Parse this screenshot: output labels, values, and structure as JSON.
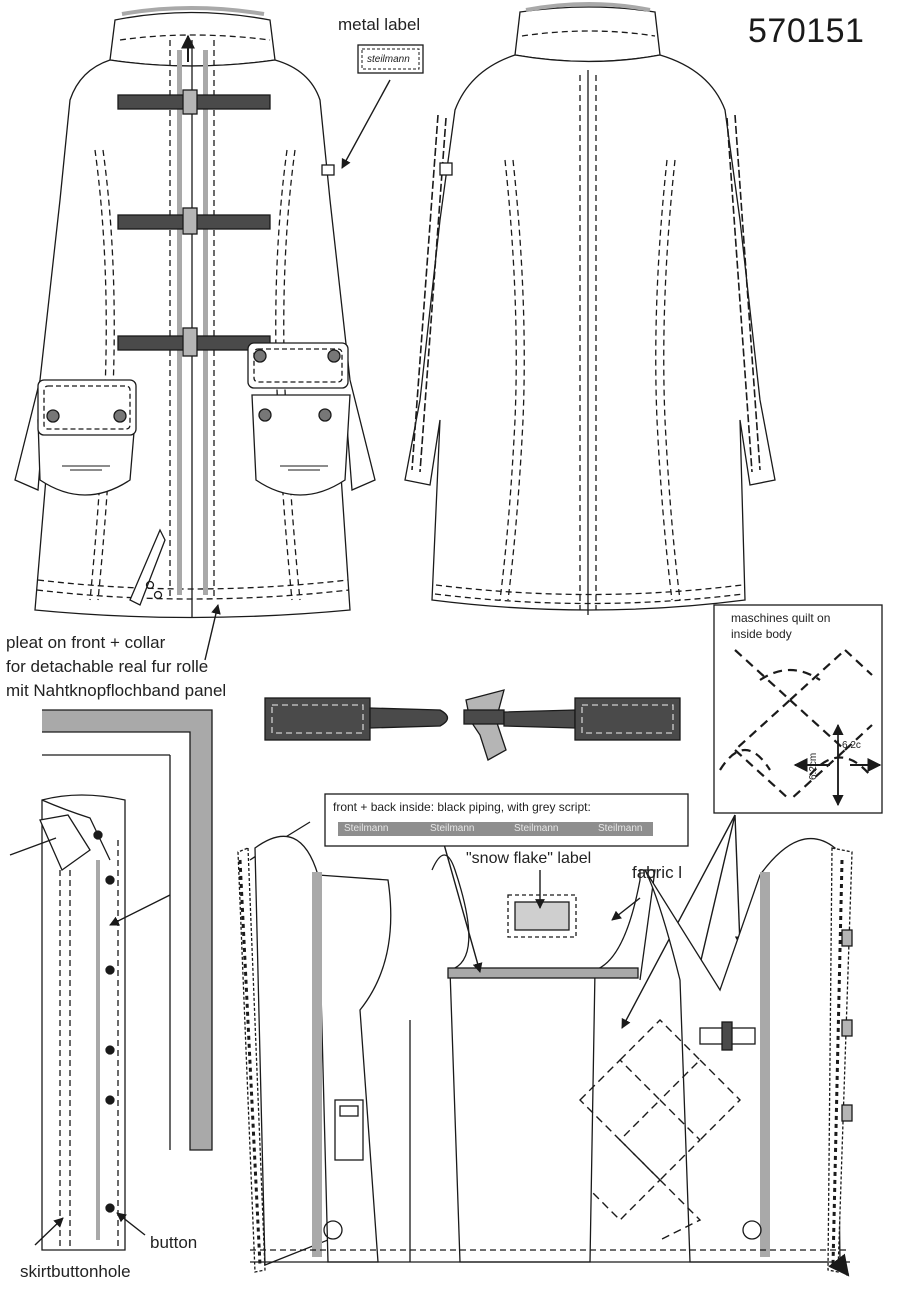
{
  "style_number": "570151",
  "labels": {
    "metal_label": "metal label",
    "metal_label_script": "steilmann",
    "pleat_line1": "pleat on front + collar",
    "pleat_line2": "for detachable real fur rolle",
    "pleat_line3": "mit Nahtknopflochband panel",
    "quilt_line1": "maschines quilt on",
    "quilt_line2": "inside body",
    "quilt_dim_h": "6.2c",
    "quilt_dim_v": "6.2cm",
    "piping_title": "front + back inside: black piping, with grey script:",
    "piping_script": [
      "Steilmann",
      "Steilmann",
      "Steilmann",
      "Steilmann"
    ],
    "snow_flake_label": "\"snow flake\" label",
    "fabric_label": "fabric l",
    "button": "button",
    "skirtbuttonhole": "skirtbuttonhole"
  },
  "colors": {
    "line": "#1a1a1a",
    "grey_band": "#a9a9a9",
    "dark_toggle": "#4a4a4a",
    "toggle_horn": "#b5b5b5"
  }
}
